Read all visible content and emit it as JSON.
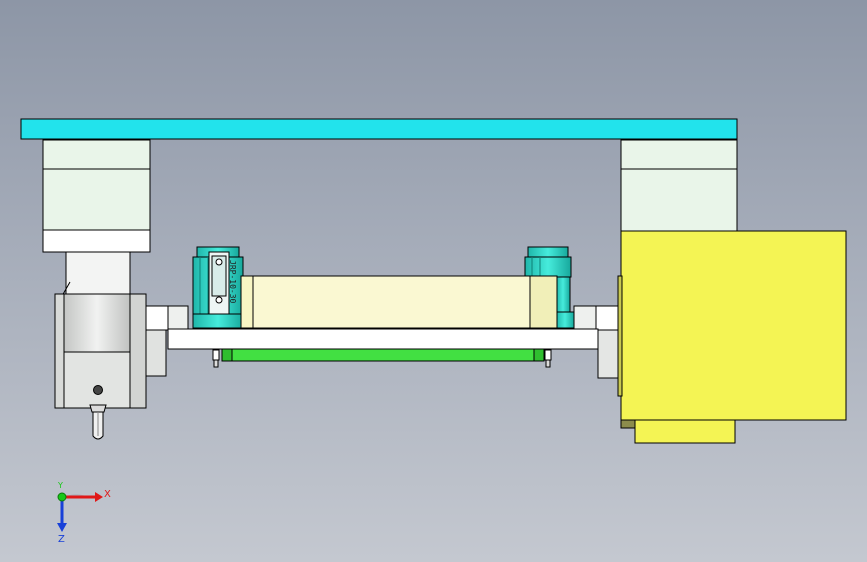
{
  "viewport": {
    "background_top": "#8d96a6",
    "background_bottom": "#c4c8d0"
  },
  "model": {
    "cylinder_label": "JRP-10-30",
    "colors": {
      "top_beam": "#22e3ec",
      "mint_block": "#e9f5e9",
      "light_yellow_plate": "#f8f6c4",
      "yellow_box": "#f4f454",
      "green_strip": "#42e042",
      "cyan_cylinder": "#2fd6c8",
      "grey_metal": "#d9dbd9"
    }
  },
  "triad": {
    "x_label": "X",
    "y_label": "Y",
    "z_label": "Z",
    "x_color": "#e01818",
    "y_color": "#18c818",
    "z_color": "#1840d8"
  }
}
